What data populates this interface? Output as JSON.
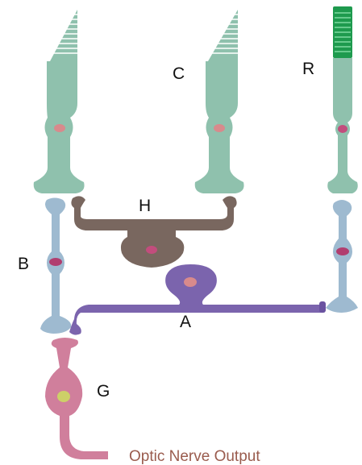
{
  "labels": {
    "cone": "C",
    "rod": "R",
    "horizontal": "H",
    "bipolar": "B",
    "amacrine": "A",
    "ganglion": "G",
    "output": "Optic Nerve Output"
  },
  "colors": {
    "photoreceptor": "#8fc1ad",
    "rod_outer": "#1e9a4e",
    "horizontal": "#79675f",
    "bipolar": "#9ebad0",
    "amacrine": "#7b64ad",
    "ganglion": "#d07f9c",
    "output_text": "#9a5c4e"
  }
}
